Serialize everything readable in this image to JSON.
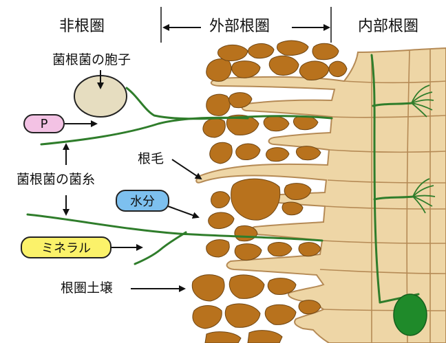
{
  "zones": {
    "non_rhizosphere": "非根圏",
    "ectorhizosphere": "外部根圏",
    "endorhizosphere": "内部根圏"
  },
  "labels": {
    "spore": "菌根菌の胞子",
    "hypha": "菌根菌の菌糸",
    "root_hair": "根毛",
    "soil": "根圏土壌"
  },
  "tags": {
    "phosphorus": "P",
    "water": "水分",
    "minerals": "ミネラル"
  },
  "colors": {
    "soil": "#b8721d",
    "root": "#eed6a6",
    "root_edge": "#b58a55",
    "hypha": "#2f7d2b",
    "spore": "#e6ddc0",
    "p_tag": "#f3c2e4",
    "water_tag": "#7dc0ef",
    "mineral_tag": "#fbf26a"
  }
}
